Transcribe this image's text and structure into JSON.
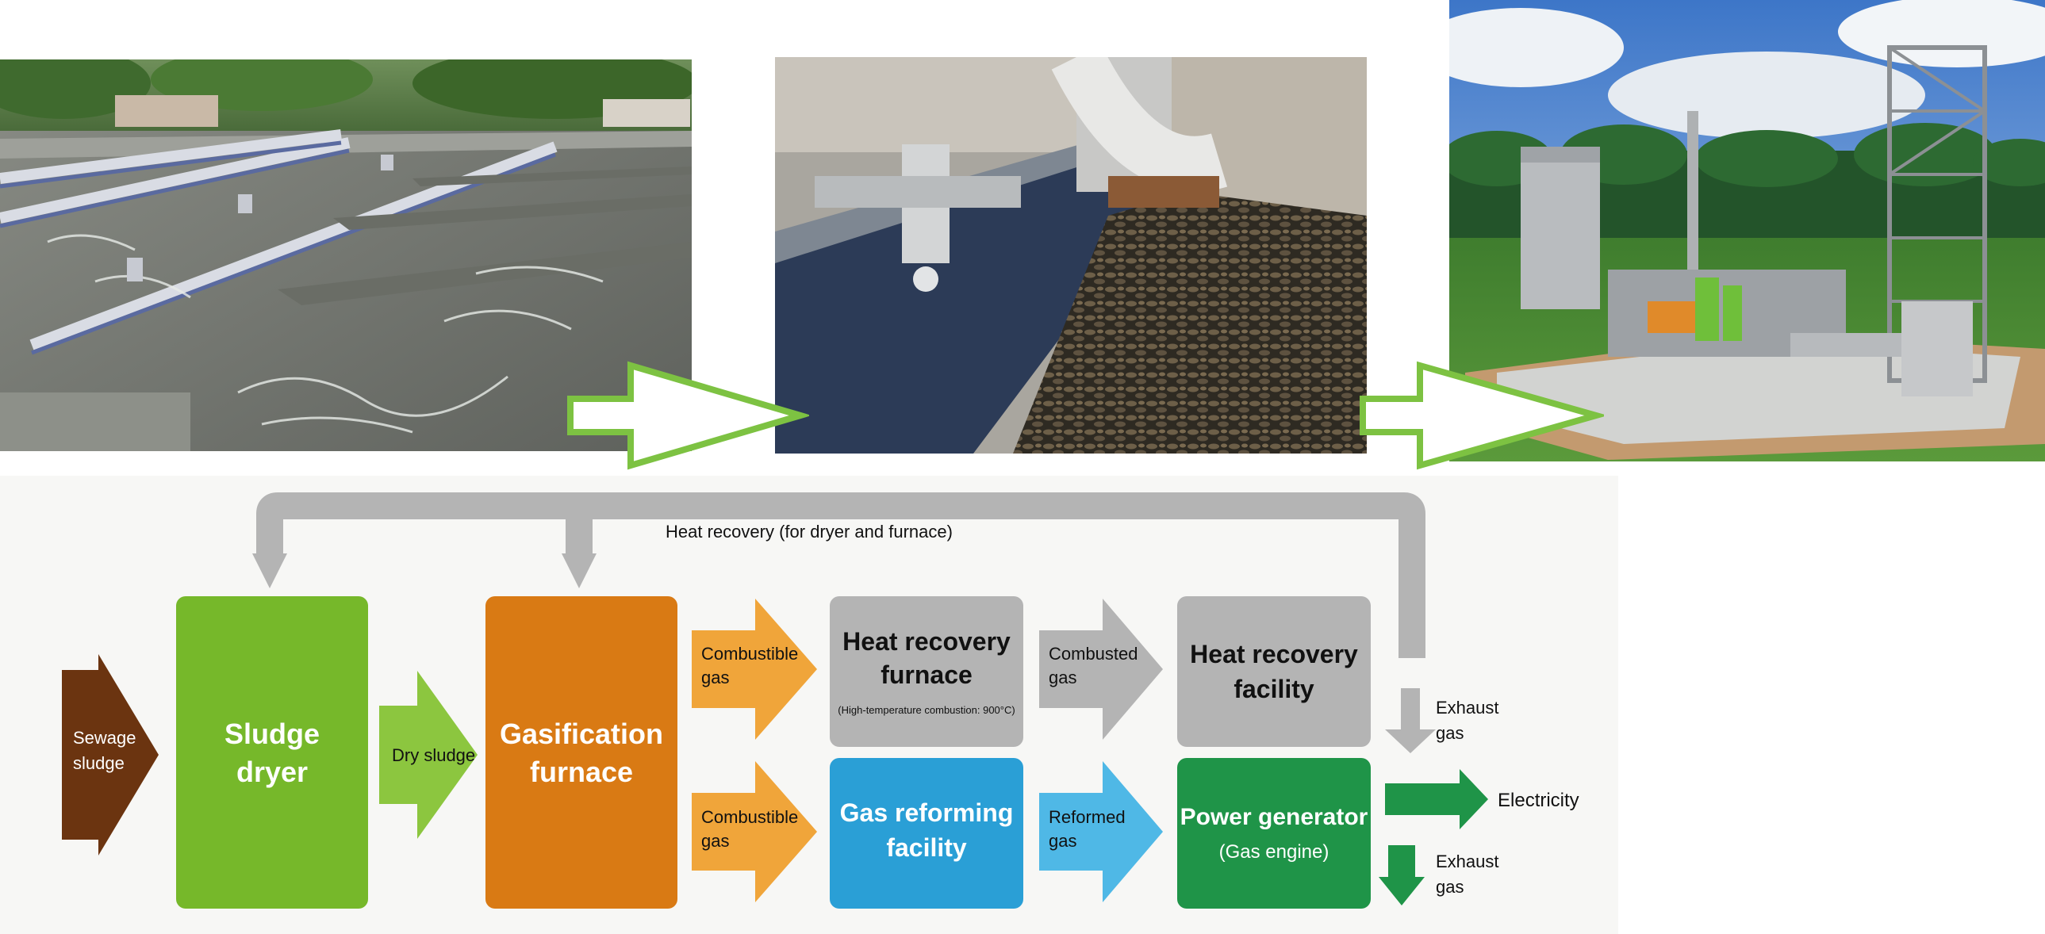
{
  "photos": [
    {
      "name": "sewage-treatment-basins-photo"
    },
    {
      "name": "dried-sludge-pellets-photo"
    },
    {
      "name": "gasification-power-plant-photo"
    }
  ],
  "diagram": {
    "heat_recovery_loop": "Heat recovery (for dryer and furnace)",
    "input": [
      "Sewage",
      "sludge"
    ],
    "sludge_dryer": [
      "Sludge",
      "dryer"
    ],
    "dry_sludge": "Dry sludge",
    "gasification_furnace": [
      "Gasification",
      "furnace"
    ],
    "combustible_gas_top": [
      "Combustible",
      "gas"
    ],
    "combustible_gas_bottom": [
      "Combustible",
      "gas"
    ],
    "heat_recovery_furnace": [
      "Heat recovery",
      "furnace"
    ],
    "heat_recovery_furnace_note": "(High-temperature combustion: 900°C)",
    "gas_reforming_facility": [
      "Gas reforming",
      "facility"
    ],
    "combusted_gas": [
      "Combusted",
      "gas"
    ],
    "reformed_gas": [
      "Reformed",
      "gas"
    ],
    "heat_recovery_facility": [
      "Heat recovery",
      "facility"
    ],
    "power_generator": "Power generator",
    "power_generator_note": "(Gas engine)",
    "exhaust_gas_top": [
      "Exhaust",
      "gas"
    ],
    "exhaust_gas_bottom": [
      "Exhaust",
      "gas"
    ],
    "electricity": "Electricity"
  },
  "colors": {
    "accent_arrow": "#7dc242",
    "brown": "#6b3410",
    "green": "#76b82a",
    "light_green": "#8cc63f",
    "orange": "#d97a14",
    "light_orange": "#f0a53a",
    "grey": "#b4b4b4",
    "blue": "#2a9fd6",
    "light_blue": "#4fb8e6",
    "dark_green": "#1f9448"
  }
}
